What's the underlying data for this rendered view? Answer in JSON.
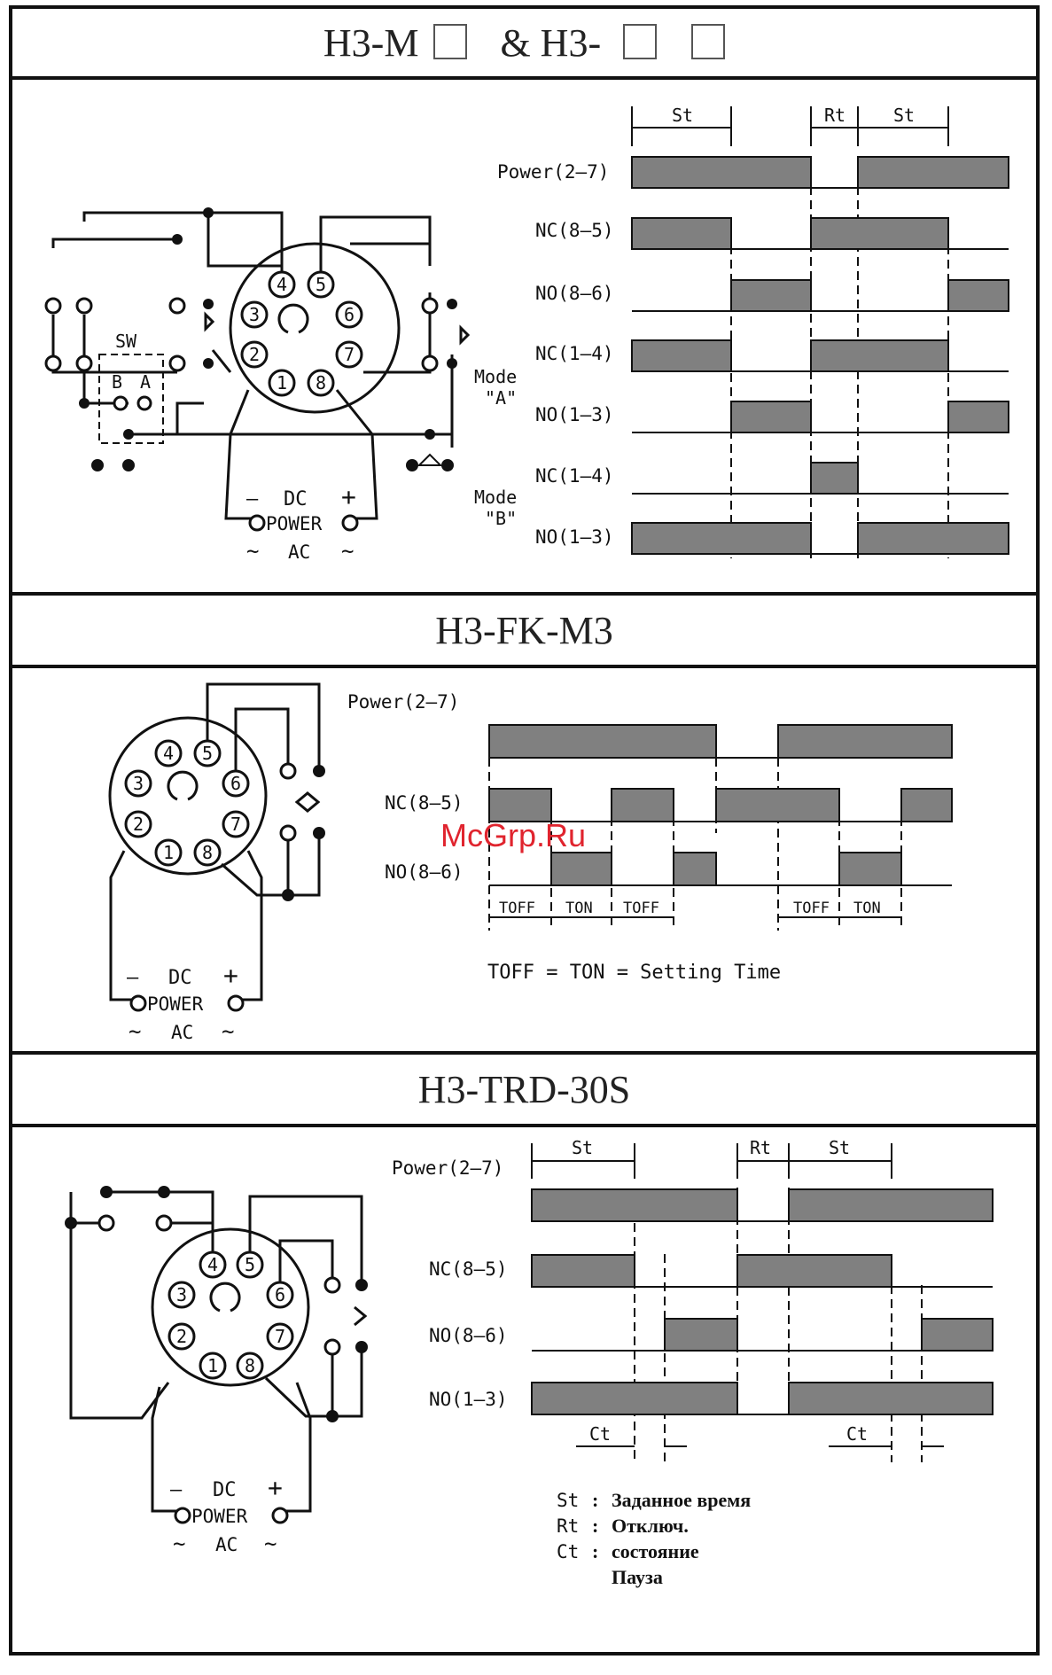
{
  "sections": [
    {
      "title_parts": [
        "H3-M",
        "& H3-"
      ],
      "interval_labels": [
        "St",
        "Rt",
        "St"
      ],
      "signal_labels": [
        "Power(2–7)",
        "NC(8–5)",
        "NO(8–6)",
        "NC(1–4)",
        "NO(1–3)",
        "NC(1–4)",
        "NO(1–3)"
      ],
      "mode_labels": [
        "Mode",
        "\"A\"",
        "Mode",
        "\"B\""
      ],
      "wiring": {
        "switch_label": "SW",
        "switch_positions": [
          "B",
          "A"
        ],
        "pins": [
          "1",
          "2",
          "3",
          "4",
          "5",
          "6",
          "7",
          "8"
        ],
        "supply": [
          "DC",
          "POWER",
          "AC"
        ]
      }
    },
    {
      "title": "H3-FK-M3",
      "signal_labels": [
        "Power(2–7)",
        "NC(8–5)",
        "NO(8–6)"
      ],
      "timing_labels": [
        "TOFF",
        "TON",
        "TOFF",
        "TOFF",
        "TON"
      ],
      "formula": "TOFF = TON = Setting Time",
      "wiring": {
        "pins": [
          "1",
          "2",
          "3",
          "4",
          "5",
          "6",
          "7",
          "8"
        ],
        "supply": [
          "DC",
          "POWER",
          "AC"
        ]
      }
    },
    {
      "title": "H3-TRD-30S",
      "interval_labels": [
        "St",
        "Rt",
        "St"
      ],
      "signal_labels": [
        "Power(2–7)",
        "NC(8–5)",
        "NO(8–6)",
        "NO(1–3)"
      ],
      "timing_labels": [
        "Ct",
        "Ct"
      ],
      "legend": [
        {
          "key": "St",
          "text": "Заданное время"
        },
        {
          "key": "Rt",
          "text": "Отключ."
        },
        {
          "key": "Ct",
          "text": "состояние"
        },
        {
          "key": "",
          "text": "Пауза"
        }
      ],
      "wiring": {
        "pins": [
          "1",
          "2",
          "3",
          "4",
          "5",
          "6",
          "7",
          "8"
        ],
        "supply": [
          "DC",
          "POWER",
          "AC"
        ]
      }
    }
  ],
  "watermark": "McGrp.Ru",
  "colors": {
    "bar_fill": "#808080",
    "line": "#111111",
    "watermark": "#e0242e"
  }
}
